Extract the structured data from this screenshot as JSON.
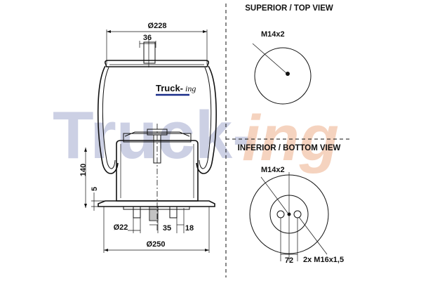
{
  "brand": {
    "watermark_main": "Truck-",
    "watermark_script": "ing",
    "logo_main": "Truck-",
    "logo_script": "ing",
    "watermark_color": "#c4c8e0",
    "watermark_script_color": "#f3c9b0"
  },
  "views": {
    "top_title": "SUPERIOR / TOP VIEW",
    "bottom_title": "INFERIOR / BOTTOM VIEW"
  },
  "dimensions": {
    "top_diameter": "Ø228",
    "top_stud": "36",
    "height": "140",
    "piston_offset": "5",
    "bottom_stud_diameter": "Ø22",
    "bottom_stud_width": "35",
    "bottom_stud_offset": "18",
    "bottom_diameter": "Ø250",
    "top_thread": "M14x2",
    "bottom_thread": "M14x2",
    "bolt_spacing": "72",
    "bolt_thread": "2x M16x1,5"
  }
}
